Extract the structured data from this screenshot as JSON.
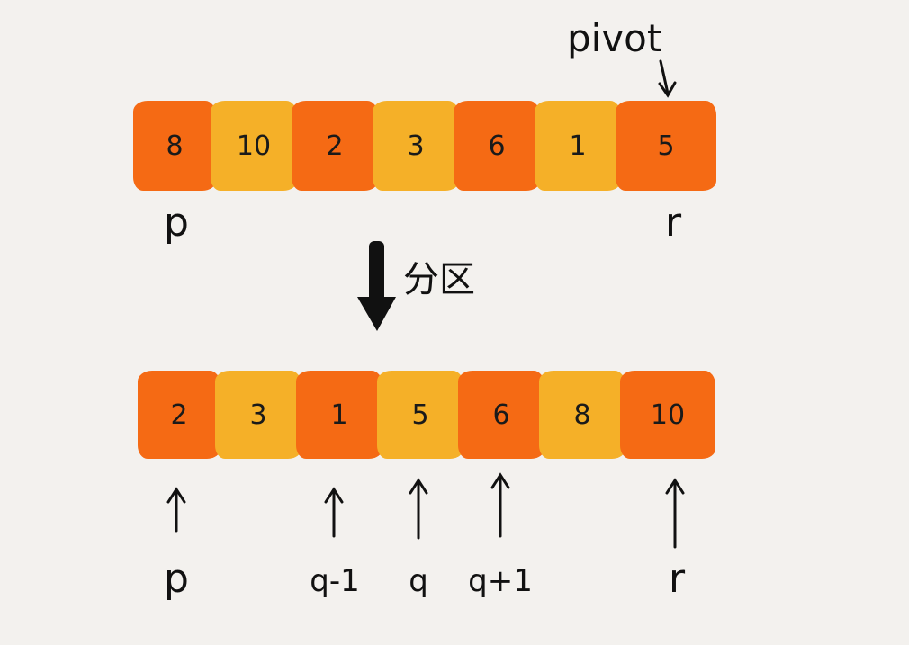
{
  "diagram": {
    "pivot_label": "pivot",
    "partition_label": "分区",
    "before": [
      {
        "value": "8",
        "tone": "dark"
      },
      {
        "value": "10",
        "tone": "light"
      },
      {
        "value": "2",
        "tone": "dark"
      },
      {
        "value": "3",
        "tone": "light"
      },
      {
        "value": "6",
        "tone": "dark"
      },
      {
        "value": "1",
        "tone": "light"
      },
      {
        "value": "5",
        "tone": "dark"
      }
    ],
    "after": [
      {
        "value": "2",
        "tone": "dark"
      },
      {
        "value": "3",
        "tone": "light"
      },
      {
        "value": "1",
        "tone": "dark"
      },
      {
        "value": "5",
        "tone": "light"
      },
      {
        "value": "6",
        "tone": "dark"
      },
      {
        "value": "8",
        "tone": "light"
      },
      {
        "value": "10",
        "tone": "dark"
      }
    ],
    "top_labels": {
      "left": "p",
      "right": "r"
    },
    "bottom_labels": [
      "p",
      "q-1",
      "q",
      "q+1",
      "r"
    ]
  }
}
